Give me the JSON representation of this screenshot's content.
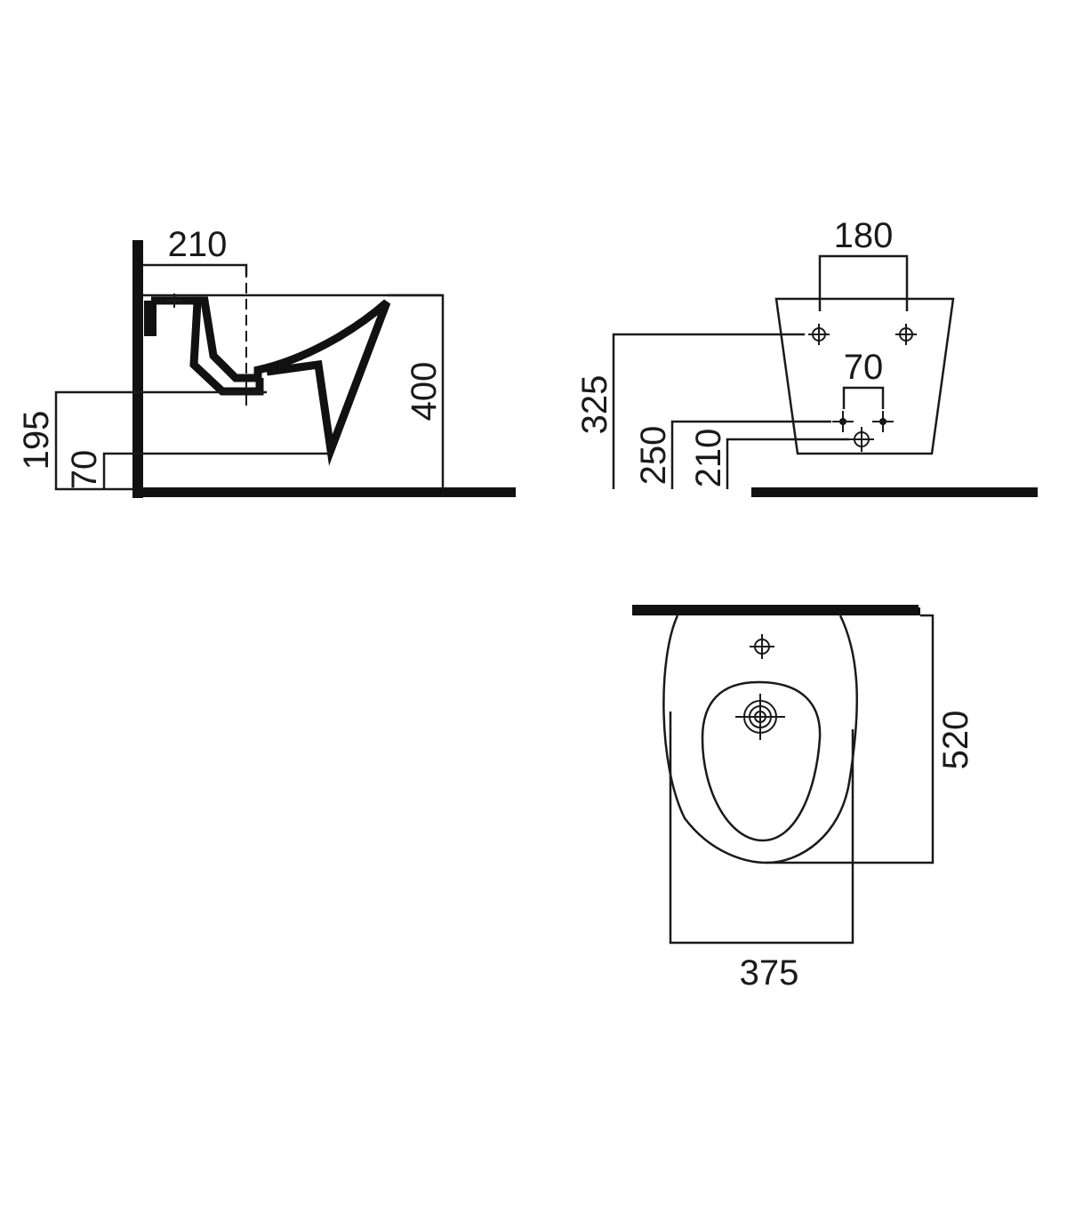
{
  "side_view": {
    "dim_horizontal": "210",
    "dim_height": "400",
    "dim_left_outer": "195",
    "dim_left_inner": "70"
  },
  "rear_view": {
    "dim_top": "180",
    "dim_middle": "70",
    "dim_left_outer": "325",
    "dim_left_mid": "250",
    "dim_left_inner": "210"
  },
  "top_view": {
    "dim_depth": "520",
    "dim_width": "375"
  }
}
